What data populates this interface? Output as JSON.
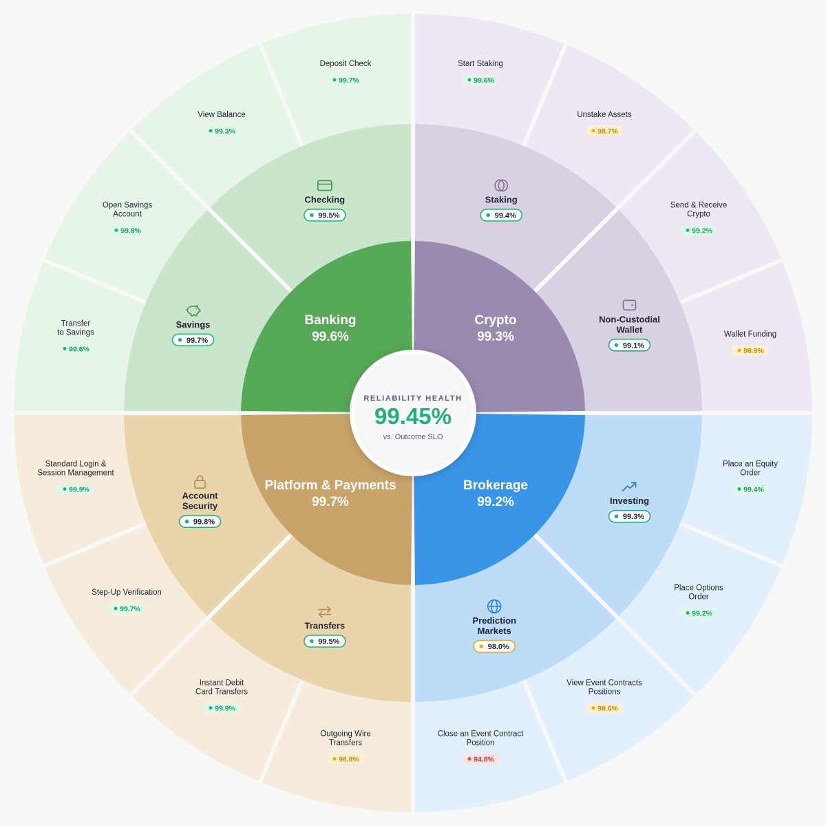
{
  "center": {
    "title": "RELIABILITY HEALTH",
    "value": "99.45%",
    "subtitle": "vs. Outcome SLO",
    "value_color": "#20b27a"
  },
  "status_colors": {
    "good": {
      "dot": "#1fb57a",
      "fill": "#dff6e9",
      "text": "#17a06a"
    },
    "warning": {
      "dot": "#f0a81c",
      "fill": "#fff1cf",
      "text": "#d28c00"
    },
    "critical": {
      "dot": "#e5484d",
      "fill": "#fde2e2",
      "text": "#d6373d"
    }
  },
  "chart_data": {
    "type": "sunburst",
    "domains": [
      {
        "name": "Banking",
        "value": "99.6%",
        "colors": {
          "inner": "#56a957",
          "mid": "#c9e5cb",
          "outer": "#e7f4e8",
          "icon": "#3a9a4a"
        },
        "products": [
          {
            "name": "Savings",
            "value": "99.7%",
            "status": "good",
            "icon": "piggy-bank-icon",
            "journeys": [
              {
                "name": "Transfer\nto Savings",
                "value": "99.6%",
                "status": "good"
              },
              {
                "name": "Open Savings\nAccount",
                "value": "99.8%",
                "status": "good"
              }
            ]
          },
          {
            "name": "Checking",
            "value": "99.5%",
            "status": "good",
            "icon": "credit-card-icon",
            "journeys": [
              {
                "name": "View Balance",
                "value": "99.3%",
                "status": "good"
              },
              {
                "name": "Deposit Check",
                "value": "99.7%",
                "status": "good"
              }
            ]
          }
        ]
      },
      {
        "name": "Crypto",
        "value": "99.3%",
        "colors": {
          "inner": "#998aaf",
          "mid": "#d9d0e2",
          "outer": "#ede8f3",
          "icon": "#7a6a95"
        },
        "products": [
          {
            "name": "Staking",
            "value": "99.4%",
            "status": "good",
            "icon": "coins-icon",
            "journeys": [
              {
                "name": "Start Staking",
                "value": "99.6%",
                "status": "good"
              },
              {
                "name": "Unstake Assets",
                "value": "98.7%",
                "status": "warning"
              }
            ]
          },
          {
            "name": "Non-Custodial\nWallet",
            "value": "99.1%",
            "status": "good",
            "icon": "wallet-icon",
            "journeys": [
              {
                "name": "Send & Receive\nCrypto",
                "value": "99.2%",
                "status": "good"
              },
              {
                "name": "Wallet Funding",
                "value": "98.9%",
                "status": "warning"
              }
            ]
          }
        ]
      },
      {
        "name": "Brokerage",
        "value": "99.2%",
        "colors": {
          "inner": "#3a94e8",
          "mid": "#bcdcf8",
          "outer": "#e2f0fd",
          "icon": "#2a7fd0"
        },
        "products": [
          {
            "name": "Investing",
            "value": "99.3%",
            "status": "good",
            "icon": "trending-up-icon",
            "journeys": [
              {
                "name": "Place an Equity\nOrder",
                "value": "99.4%",
                "status": "good"
              },
              {
                "name": "Place Options\nOrder",
                "value": "99.2%",
                "status": "good"
              }
            ]
          },
          {
            "name": "Prediction\nMarkets",
            "value": "98.0%",
            "status": "warning",
            "icon": "globe-icon",
            "journeys": [
              {
                "name": "View Event Contracts\nPositions",
                "value": "98.6%",
                "status": "warning"
              },
              {
                "name": "Close an Event Contract\nPosition",
                "value": "94.8%",
                "status": "critical"
              }
            ]
          }
        ]
      },
      {
        "name": "Platform & Payments",
        "value": "99.7%",
        "colors": {
          "inner": "#c9a46a",
          "mid": "#e9d4ac",
          "outer": "#f5ecdc",
          "icon": "#b48b4f"
        },
        "products": [
          {
            "name": "Transfers",
            "value": "99.5%",
            "status": "good",
            "icon": "transfer-arrows-icon",
            "journeys": [
              {
                "name": "Outgoing Wire\nTransfers",
                "value": "98.8%",
                "status": "warning"
              },
              {
                "name": "Instant Debit\nCard Transfers",
                "value": "99.9%",
                "status": "good"
              }
            ]
          },
          {
            "name": "Account\nSecurity",
            "value": "99.8%",
            "status": "good",
            "icon": "lock-icon",
            "journeys": [
              {
                "name": "Step-Up Verification",
                "value": "99.7%",
                "status": "good"
              },
              {
                "name": "Standard Login &\nSession Management",
                "value": "99.9%",
                "status": "good"
              }
            ]
          }
        ]
      }
    ]
  }
}
